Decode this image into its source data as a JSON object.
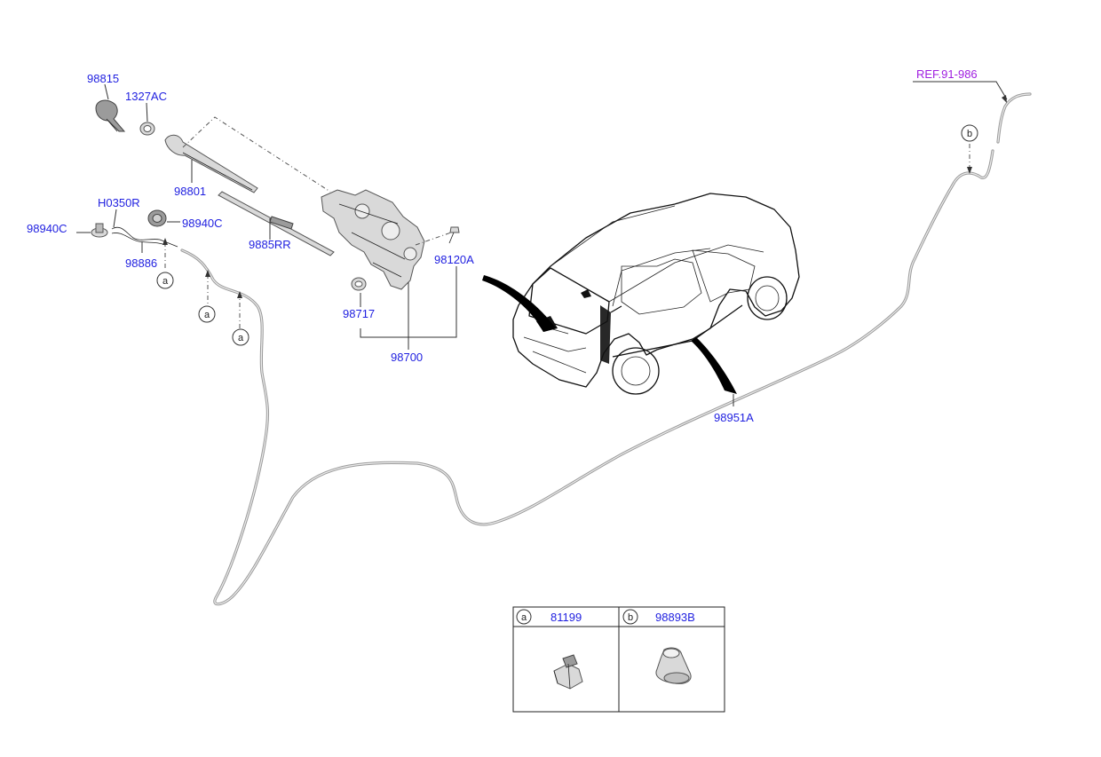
{
  "part_labels": {
    "p98815": "98815",
    "p1327AC": "1327AC",
    "p98801": "98801",
    "pH0350R": "H0350R",
    "p98940C_right": "98940C",
    "p98940C_left": "98940C",
    "p98886": "98886",
    "p9885RR": "9885RR",
    "p98717": "98717",
    "p98700": "98700",
    "p98120A": "98120A",
    "p98951A": "98951A",
    "ref": "REF.91-986"
  },
  "callouts": {
    "a1": "a",
    "a2": "a",
    "a3": "a",
    "b1": "b"
  },
  "legend_table": {
    "cell_a": {
      "letter": "a",
      "part": "81199"
    },
    "cell_b": {
      "letter": "b",
      "part": "98893B"
    }
  },
  "colors": {
    "part_label": "#1f1fe0",
    "ref_label": "#a01ee0",
    "hose": "#9a9a9a"
  }
}
